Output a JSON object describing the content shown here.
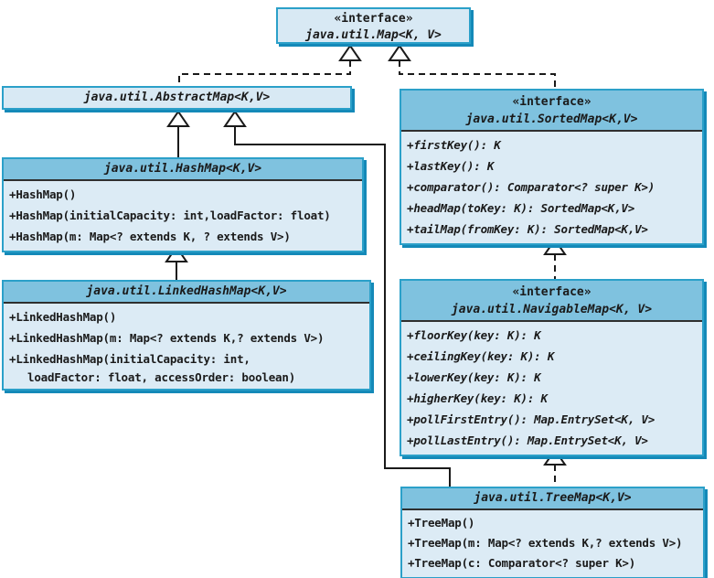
{
  "diagram_title": "Java Map interface and classes UML hierarchy",
  "colors": {
    "header_fill": "#7fc2df",
    "body_fill": "#dcebf5",
    "light_box_fill": "#d8e9f4",
    "box_border": "#2ba0c9",
    "box_shadow": "#1489b8",
    "connector": "#1a1a1a",
    "separator": "#2f2f2f"
  },
  "classes": {
    "map": {
      "stereotype": "«interface»",
      "name": "java.util.Map<K, V>"
    },
    "abstractmap": {
      "name": "java.util.AbstractMap<K,V>"
    },
    "hashmap": {
      "name": "java.util.HashMap<K,V>",
      "methods": [
        "+HashMap()",
        "+HashMap(initialCapacity: int,loadFactor: float)",
        "+HashMap(m: Map<? extends K, ? extends V>)"
      ]
    },
    "linkedhashmap": {
      "name": "java.util.LinkedHashMap<K,V>",
      "methods": [
        "+LinkedHashMap()",
        "+LinkedHashMap(m: Map<? extends K,? extends V>)",
        "+LinkedHashMap(initialCapacity: int,",
        "loadFactor: float, accessOrder: boolean)"
      ]
    },
    "sortedmap": {
      "stereotype": "«interface»",
      "name": "java.util.SortedMap<K,V>",
      "methods": [
        "+firstKey(): K",
        "+lastKey(): K",
        "+comparator(): Comparator<? super K>)",
        "+headMap(toKey: K): SortedMap<K,V>",
        "+tailMap(fromKey: K): SortedMap<K,V>"
      ]
    },
    "navigablemap": {
      "stereotype": "«interface»",
      "name": "java.util.NavigableMap<K, V>",
      "methods": [
        "+floorKey(key: K): K",
        "+ceilingKey(key: K): K",
        "+lowerKey(key: K): K",
        "+higherKey(key: K): K",
        "+pollFirstEntry(): Map.EntrySet<K, V>",
        "+pollLastEntry(): Map.EntrySet<K, V>"
      ]
    },
    "treemap": {
      "name": "java.util.TreeMap<K,V>",
      "methods": [
        "+TreeMap()",
        "+TreeMap(m: Map<? extends K,? extends V>)",
        "+TreeMap(c: Comparator<? super K>)"
      ]
    }
  },
  "relationships": [
    {
      "from": "java.util.AbstractMap<K,V>",
      "to": "java.util.Map<K, V>",
      "type": "realization-dashed"
    },
    {
      "from": "java.util.SortedMap<K,V>",
      "to": "java.util.Map<K, V>",
      "type": "realization-dashed"
    },
    {
      "from": "java.util.HashMap<K,V>",
      "to": "java.util.AbstractMap<K,V>",
      "type": "generalization-solid"
    },
    {
      "from": "java.util.TreeMap<K,V>",
      "to": "java.util.AbstractMap<K,V>",
      "type": "generalization-solid"
    },
    {
      "from": "java.util.LinkedHashMap<K,V>",
      "to": "java.util.HashMap<K,V>",
      "type": "generalization-solid"
    },
    {
      "from": "java.util.NavigableMap<K, V>",
      "to": "java.util.SortedMap<K,V>",
      "type": "realization-dashed"
    },
    {
      "from": "java.util.TreeMap<K,V>",
      "to": "java.util.NavigableMap<K, V>",
      "type": "realization-dashed"
    }
  ]
}
